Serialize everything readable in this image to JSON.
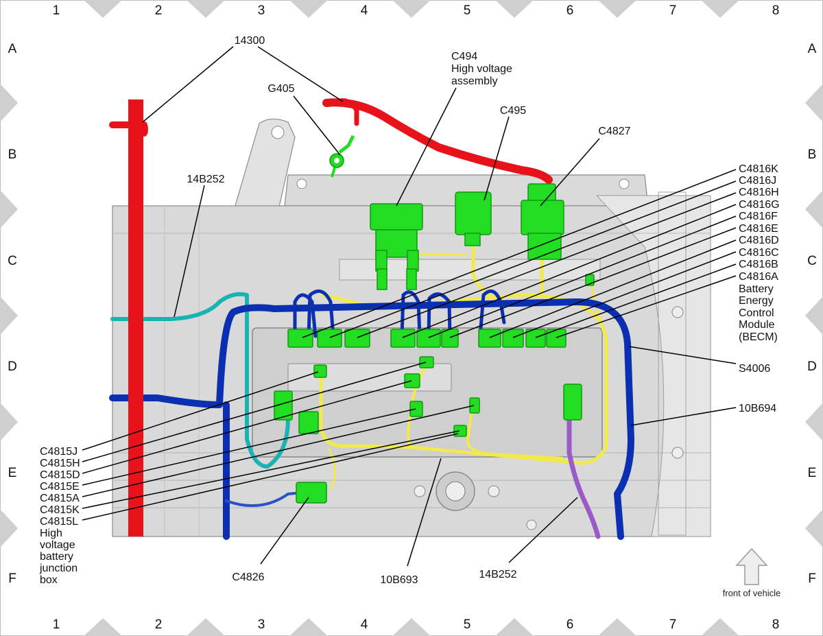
{
  "grid": {
    "columns": [
      "1",
      "2",
      "3",
      "4",
      "5",
      "6",
      "7",
      "8"
    ],
    "rows": [
      "A",
      "B",
      "C",
      "D",
      "E",
      "F"
    ]
  },
  "labels": {
    "l14300": "14300",
    "g405": "G405",
    "c494": [
      "C494",
      "High voltage",
      "assembly"
    ],
    "c495": "C495",
    "c4827": "C4827",
    "b14b252_top": "14B252",
    "c4816": [
      "C4816K",
      "C4816J",
      "C4816H",
      "C4816G",
      "C4816F",
      "C4816E",
      "C4816D",
      "C4816C",
      "C4816B",
      "C4816A"
    ],
    "becm": [
      "Battery",
      "Energy",
      "Control",
      "Module",
      "(BECM)"
    ],
    "s4006": "S4006",
    "b10b694": "10B694",
    "c4815": [
      "C4815J",
      "C4815H",
      "C4815D",
      "C4815E",
      "C4815A",
      "C4815K",
      "C4815L"
    ],
    "hvjb": [
      "High",
      "voltage",
      "battery",
      "junction",
      "box"
    ],
    "c4826": "C4826",
    "b10b693": "10B693",
    "b14b252_bottom": "14B252",
    "front": "front of vehicle"
  },
  "colors": {
    "red_wire": "#e8121a",
    "blue_wire": "#0a2fb0",
    "yellow_wire": "#f2ea4a",
    "teal_wire": "#1ab3b3",
    "purple_wire": "#9a5ac8",
    "connector": "#22dd22",
    "tray": "#d9d9d9"
  }
}
